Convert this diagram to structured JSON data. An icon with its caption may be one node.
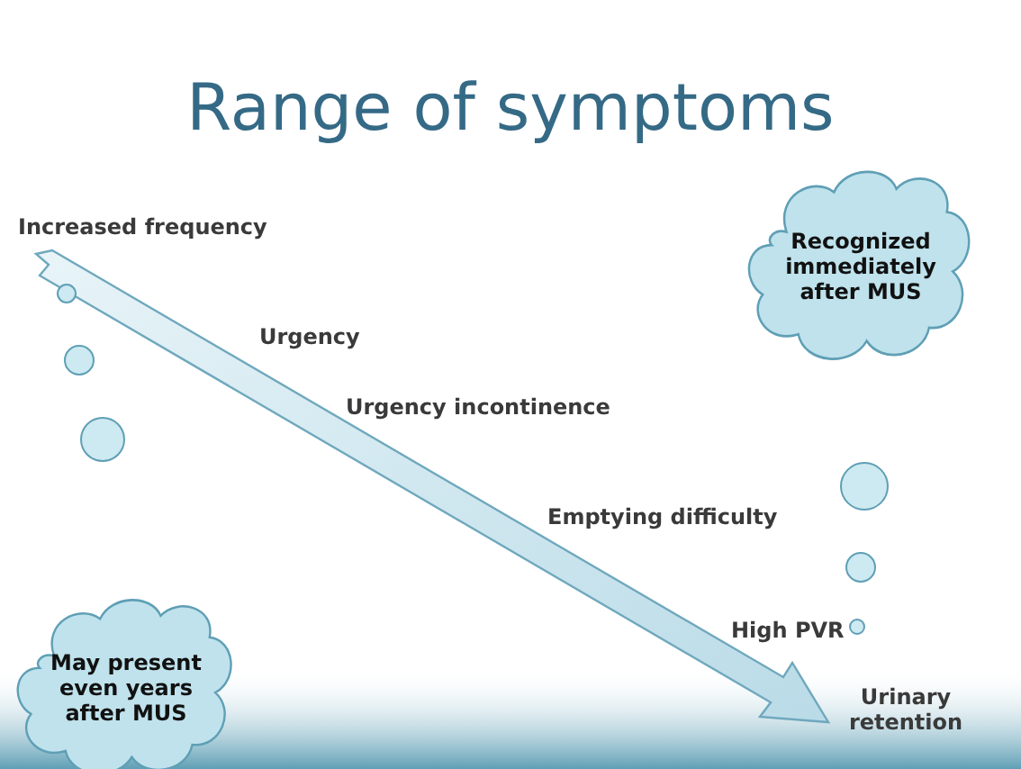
{
  "diagram": {
    "title": "Range of symptoms",
    "nodes": [
      {
        "text": [
          "Recognized immediately after MUS"
        ]
      },
      {
        "text": [
          "May present even years after MUS"
        ]
      }
    ],
    "labels": [
      "Increased frequency",
      "Urgency",
      "Urgency incontinence",
      "Emptying difficulty",
      "High PVR",
      "Urinary retention"
    ]
  }
}
